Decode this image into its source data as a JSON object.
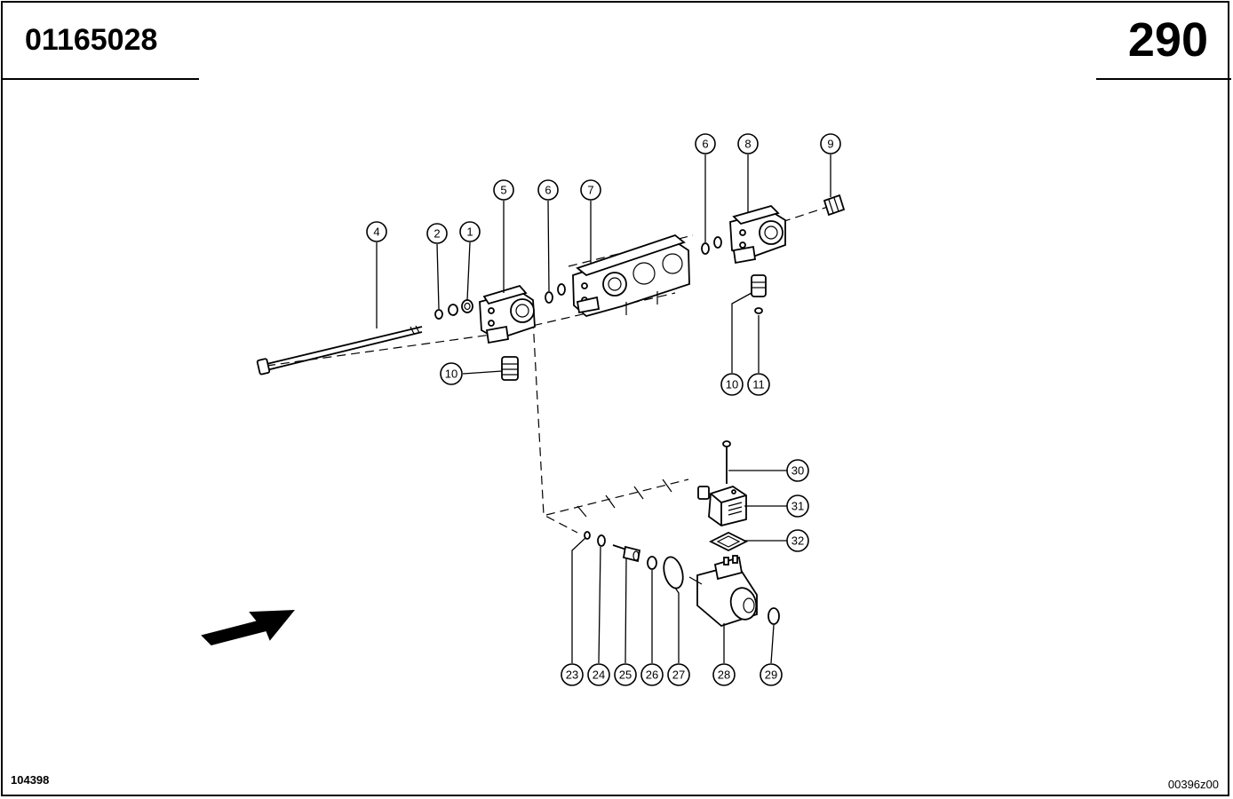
{
  "header": {
    "document_number": "01165028",
    "page_number": "290"
  },
  "footer": {
    "left_code": "104398",
    "right_code": "00396z00"
  },
  "callouts": [
    "1",
    "2",
    "4",
    "5",
    "6",
    "6",
    "7",
    "8",
    "9",
    "10",
    "10",
    "11",
    "23",
    "24",
    "25",
    "26",
    "27",
    "28",
    "29",
    "30",
    "31",
    "32"
  ]
}
